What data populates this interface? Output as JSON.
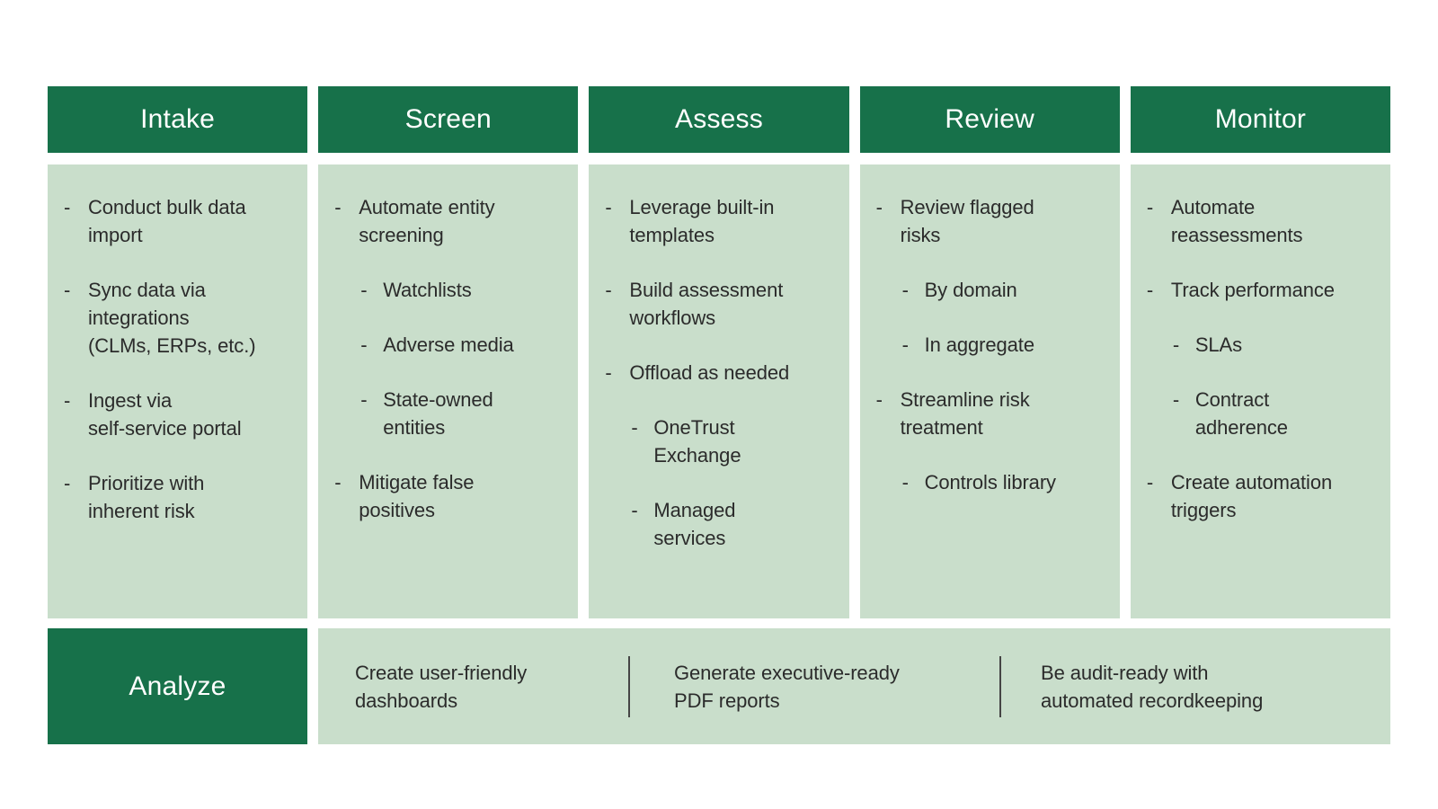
{
  "colors": {
    "page_bg": "#ffffff",
    "header_bg": "#17714a",
    "header_text": "#ffffff",
    "body_bg": "#c9decb",
    "body_text": "#2b2b2b",
    "divider": "#454545"
  },
  "bullet": "-",
  "columns": [
    {
      "id": "intake",
      "title": "Intake",
      "items": [
        {
          "sub": false,
          "text": "Conduct bulk data\nimport"
        },
        {
          "sub": false,
          "text": "Sync data via\nintegrations\n(CLMs, ERPs, etc.)"
        },
        {
          "sub": false,
          "text": "Ingest via\nself-service portal"
        },
        {
          "sub": false,
          "text": "Prioritize with\ninherent risk"
        }
      ]
    },
    {
      "id": "screen",
      "title": "Screen",
      "items": [
        {
          "sub": false,
          "text": "Automate entity\nscreening"
        },
        {
          "sub": true,
          "text": "Watchlists"
        },
        {
          "sub": true,
          "text": "Adverse media"
        },
        {
          "sub": true,
          "text": "State-owned\nentities"
        },
        {
          "sub": false,
          "text": "Mitigate false\npositives"
        }
      ]
    },
    {
      "id": "assess",
      "title": "Assess",
      "items": [
        {
          "sub": false,
          "text": "Leverage built-in\ntemplates"
        },
        {
          "sub": false,
          "text": "Build assessment\nworkflows"
        },
        {
          "sub": false,
          "text": "Offload as needed"
        },
        {
          "sub": true,
          "text": "OneTrust\nExchange"
        },
        {
          "sub": true,
          "text": "Managed\nservices"
        }
      ]
    },
    {
      "id": "review",
      "title": "Review",
      "items": [
        {
          "sub": false,
          "text": "Review flagged\nrisks"
        },
        {
          "sub": true,
          "text": "By domain"
        },
        {
          "sub": true,
          "text": "In aggregate"
        },
        {
          "sub": false,
          "text": "Streamline risk\ntreatment"
        },
        {
          "sub": true,
          "text": "Controls library"
        }
      ]
    },
    {
      "id": "monitor",
      "title": "Monitor",
      "items": [
        {
          "sub": false,
          "text": "Automate\nreassessments"
        },
        {
          "sub": false,
          "text": "Track performance"
        },
        {
          "sub": true,
          "text": "SLAs"
        },
        {
          "sub": true,
          "text": "Contract\nadherence"
        },
        {
          "sub": false,
          "text": "Create automation\ntriggers"
        }
      ]
    }
  ],
  "analyze": {
    "label": "Analyze",
    "sections": [
      {
        "text": "Create user-friendly\ndashboards"
      },
      {
        "text": "Generate executive-ready\nPDF reports"
      },
      {
        "text": "Be audit-ready with\nautomated recordkeeping"
      }
    ]
  }
}
